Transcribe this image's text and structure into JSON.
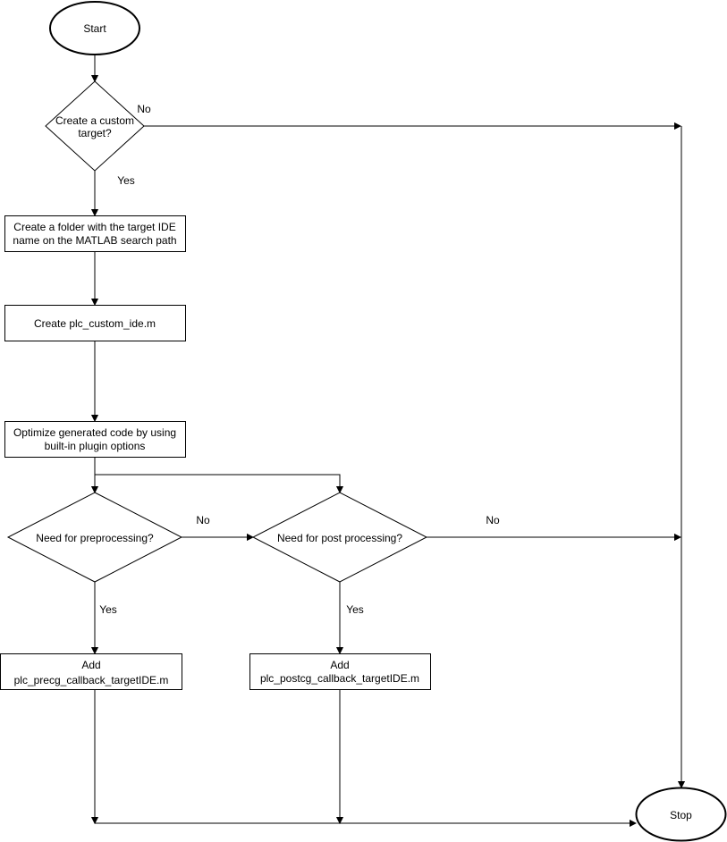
{
  "nodes": {
    "start": "Start",
    "custom_target": [
      "Create a custom",
      "target?"
    ],
    "create_folder": [
      "Create a folder with the target IDE",
      "name on the MATLAB search path"
    ],
    "create_plc": "Create plc_custom_ide.m",
    "optimize": [
      "Optimize generated code by using",
      "built-in plugin options"
    ],
    "need_pre": "Need for preprocessing?",
    "need_post": "Need for post processing?",
    "add_precg": [
      "Add",
      "plc_precg_callback_targetIDE.m"
    ],
    "add_postcg": [
      "Add",
      "plc_postcg_callback_targetIDE.m"
    ],
    "stop": "Stop"
  },
  "edge_labels": {
    "custom_no": "No",
    "custom_yes": "Yes",
    "pre_no": "No",
    "post_no": "No",
    "pre_yes": "Yes",
    "post_yes": "Yes"
  }
}
